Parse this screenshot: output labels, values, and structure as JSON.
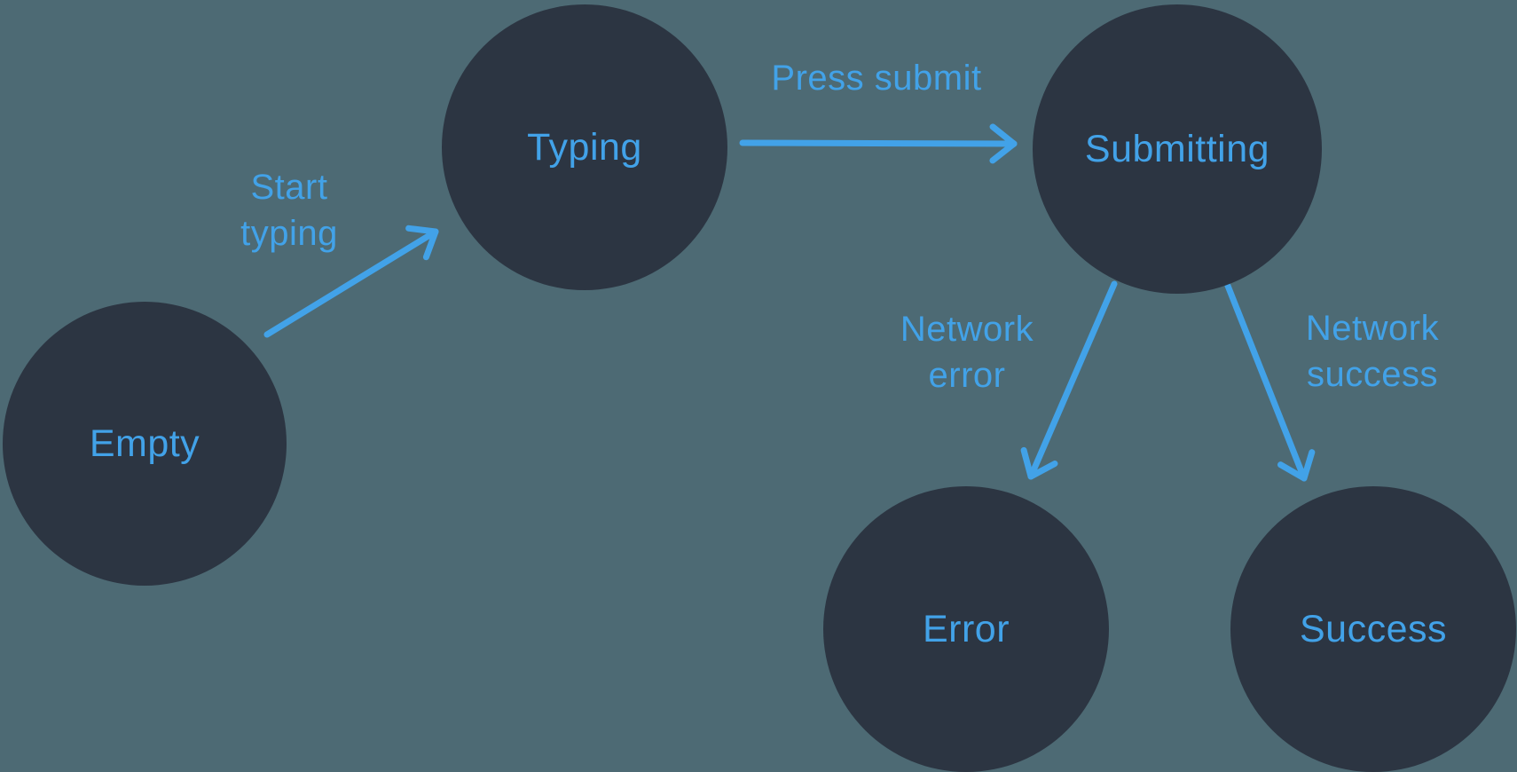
{
  "canvas": {
    "background_color": "#4D6A74",
    "node_fill_color": "#2C3542",
    "accent_color": "#42A2E8"
  },
  "diagram": {
    "type": "state-machine",
    "states": [
      {
        "id": "empty",
        "label": "Empty"
      },
      {
        "id": "typing",
        "label": "Typing"
      },
      {
        "id": "submitting",
        "label": "Submitting"
      },
      {
        "id": "error",
        "label": "Error"
      },
      {
        "id": "success",
        "label": "Success"
      }
    ],
    "transitions": [
      {
        "from": "empty",
        "to": "typing",
        "label": "Start typing",
        "line1": "Start",
        "line2": "typing"
      },
      {
        "from": "typing",
        "to": "submitting",
        "label": "Press submit",
        "line1": "Press submit",
        "line2": ""
      },
      {
        "from": "submitting",
        "to": "error",
        "label": "Network error",
        "line1": "Network",
        "line2": "error"
      },
      {
        "from": "submitting",
        "to": "success",
        "label": "Network success",
        "line1": "Network",
        "line2": "success"
      }
    ]
  }
}
